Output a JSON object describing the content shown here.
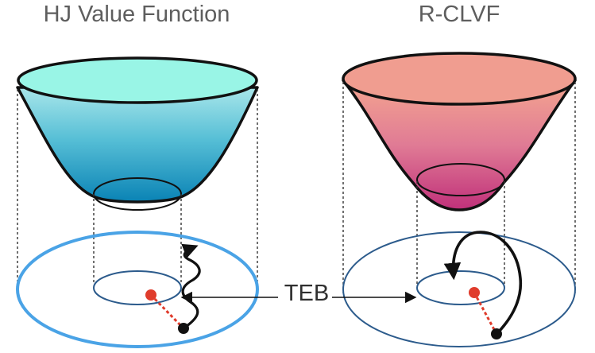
{
  "panels": {
    "left": {
      "title": "HJ Value Function"
    },
    "right": {
      "title": "R-CLVF"
    }
  },
  "annotation": {
    "label": "TEB"
  },
  "colors": {
    "left_bowl_top": "#99f5e6",
    "left_bowl_gradient_top": "#a8e6ea",
    "left_bowl_gradient_bottom": "#0a83b5",
    "right_bowl_top": "#f09d90",
    "right_bowl_gradient_top": "#f4a58f",
    "right_bowl_gradient_bottom": "#c0307a",
    "left_outer_ellipse": "#4aa3e6",
    "inner_ellipse": "#2c5b8c",
    "target_point": "#e03c2c",
    "trajectory": "#111111",
    "title_text": "#5e5e5e"
  }
}
